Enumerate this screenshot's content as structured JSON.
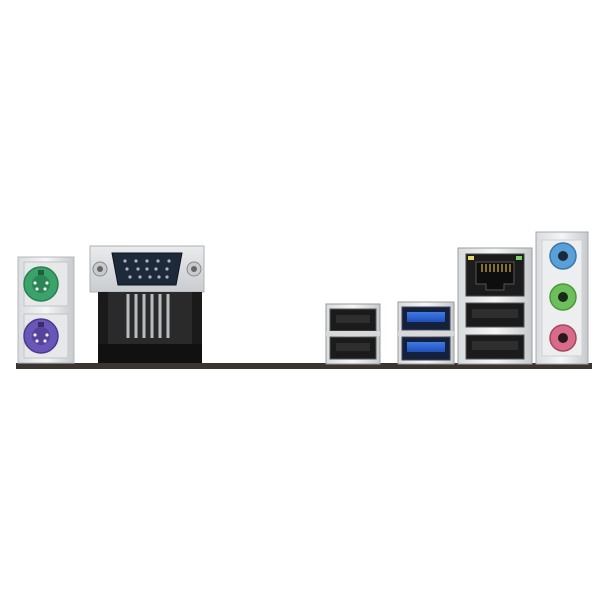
{
  "image": {
    "subject": "motherboard-rear-io-panel",
    "background_color": "#ffffff",
    "pcb_color": "#3a3530",
    "connectors": [
      {
        "id": "ps2-mouse",
        "icon": "ps2-port-icon",
        "color": "#3aa36a"
      },
      {
        "id": "ps2-keyboard",
        "icon": "ps2-port-icon",
        "color": "#6a55b8"
      },
      {
        "id": "vga",
        "icon": "vga-port-icon",
        "color": "#1e2a3a"
      },
      {
        "id": "usb2-stack",
        "icon": "usb-port-icon",
        "color": "#222222",
        "count": 2
      },
      {
        "id": "usb3-stack",
        "icon": "usb-port-icon",
        "color": "#2f5fcf",
        "count": 2
      },
      {
        "id": "lan-usb-stack",
        "icon": "rj45-port-icon",
        "color": "#222222"
      },
      {
        "id": "audio-stack",
        "icon": "audio-jack-icon",
        "colors": [
          "#5aa0d8",
          "#6cbf5a",
          "#d86a8a"
        ]
      }
    ]
  }
}
